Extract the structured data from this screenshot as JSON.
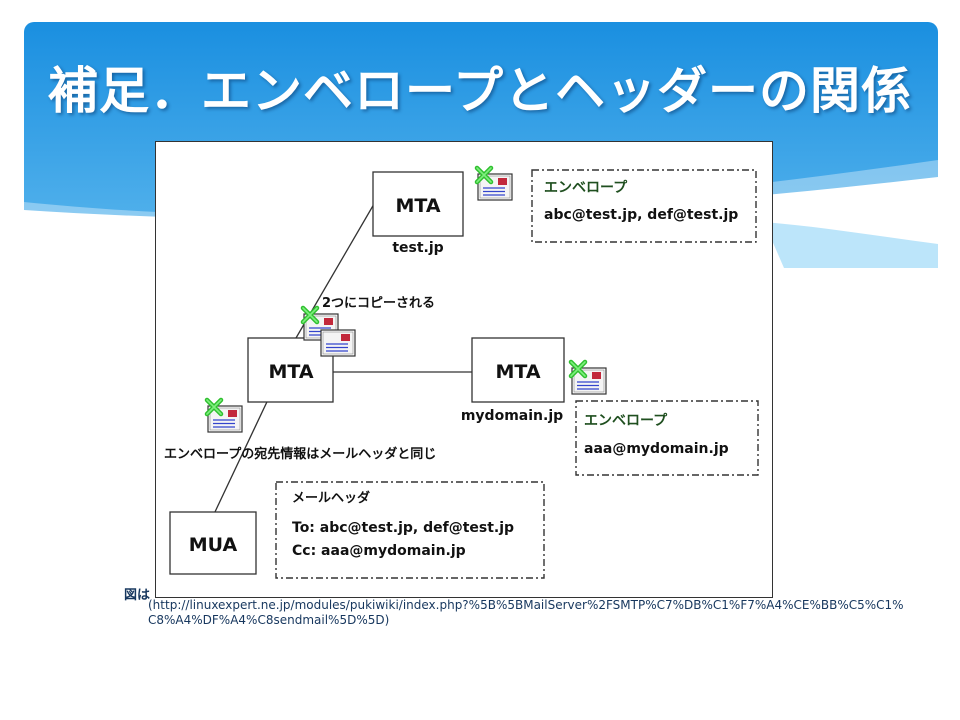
{
  "slide": {
    "title": "補足．エンベロープとヘッダーの関係"
  },
  "diagram": {
    "mta_top": {
      "label": "MTA",
      "host": "test.jp"
    },
    "mta_mid": {
      "label": "MTA"
    },
    "mta_right": {
      "label": "MTA",
      "host": "mydomain.jp"
    },
    "mua": {
      "label": "MUA"
    },
    "copy_note": "2つにコピーされる",
    "envelope_top": {
      "title": "エンベロープ",
      "addresses": "abc@test.jp, def@test.jp"
    },
    "envelope_right": {
      "title": "エンベロープ",
      "addresses": "aaa@mydomain.jp"
    },
    "envelope_note": "エンベロープの宛先情報はメールヘッダと同じ",
    "header_box": {
      "title": "メールヘッダ",
      "to": "To: abc@test.jp, def@test.jp",
      "cc": "Cc: aaa@mydomain.jp"
    }
  },
  "caption": {
    "prefix": "図は",
    "url": "(http://linuxexpert.ne.jp/modules/pukiwiki/index.php?%5B%5BMailServer%2FSMTP%C7%DB%C1%F7%A4%CE%BB%C5%C1%C8%A4%DF%A4%C8sendmail%5D%5D)"
  },
  "colors": {
    "header_top": "#1a8fe0",
    "header_bottom": "#6cc3f2",
    "title_text": "#ffffff",
    "caption_text": "#17375e",
    "envelope_title": "#1f4f1f"
  }
}
